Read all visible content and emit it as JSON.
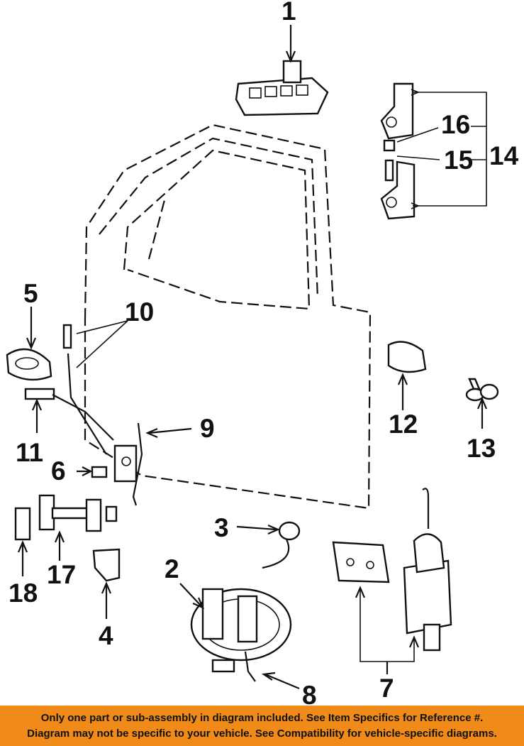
{
  "callouts": [
    "1",
    "2",
    "3",
    "4",
    "5",
    "6",
    "7",
    "8",
    "9",
    "10",
    "11",
    "12",
    "13",
    "14",
    "15",
    "16",
    "17",
    "18"
  ],
  "notice": {
    "line1": "Only one part or sub-assembly in diagram included. See Item Specifics for Reference #.",
    "line2": "Diagram may not be specific to your vehicle. See Compatibility for vehicle-specific diagrams."
  },
  "colors": {
    "banner": "#f08a18",
    "ink": "#111111"
  }
}
